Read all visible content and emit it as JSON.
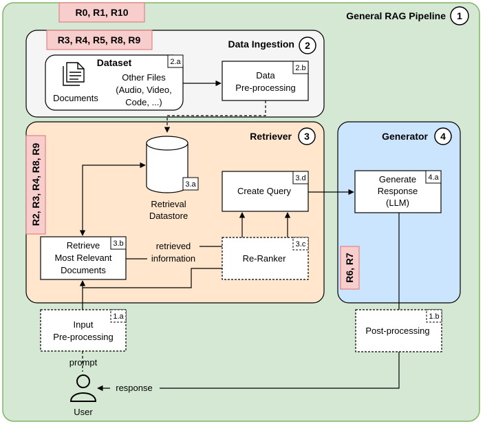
{
  "pipeline": {
    "title": "General RAG Pipeline",
    "number": "1",
    "requirements": "R0, R1, R10"
  },
  "ingestion": {
    "title": "Data Ingestion",
    "number": "2",
    "requirements": "R3, R4, R5, R8, R9",
    "dataset": {
      "title": "Dataset",
      "tag": "2.a",
      "documents_label": "Documents",
      "other_files_lines": [
        "Other Files",
        "(Audio, Video,",
        "Code, ...)"
      ]
    },
    "preprocessing": {
      "tag": "2.b",
      "lines": [
        "Data",
        "Pre-processing"
      ]
    }
  },
  "retriever": {
    "title": "Retriever",
    "number": "3",
    "requirements": "R2, R3, R4, R8, R9",
    "datastore": {
      "tag": "3.a",
      "lines": [
        "Retrieval",
        "Datastore"
      ]
    },
    "retrieve": {
      "tag": "3.b",
      "lines": [
        "Retrieve",
        "Most Relevant",
        "Documents"
      ]
    },
    "reranker": {
      "tag": "3.c",
      "label": "Re-Ranker"
    },
    "create_query": {
      "tag": "3.d",
      "label": "Create Query"
    },
    "retrieved_info_lines": [
      "retrieved",
      "information"
    ]
  },
  "generator": {
    "title": "Generator",
    "number": "4",
    "requirements": "R6, R7",
    "generate": {
      "tag": "4.a",
      "lines": [
        "Generate",
        "Response",
        "(LLM)"
      ]
    }
  },
  "input_preprocessing": {
    "tag": "1.a",
    "lines": [
      "Input",
      "Pre-processing"
    ]
  },
  "post_processing": {
    "tag": "1.b",
    "label": "Post-processing"
  },
  "user": {
    "label": "User",
    "prompt_label": "prompt",
    "response_label": "response"
  },
  "colors": {
    "pipeline_bg": "#d5e8d4",
    "pipeline_border": "#82b366",
    "ingestion_bg": "#f5f5f5",
    "retriever_bg": "#ffe6cc",
    "generator_bg": "#cce5ff",
    "requirement_bg": "#f8cecc",
    "requirement_border": "#e07070"
  }
}
